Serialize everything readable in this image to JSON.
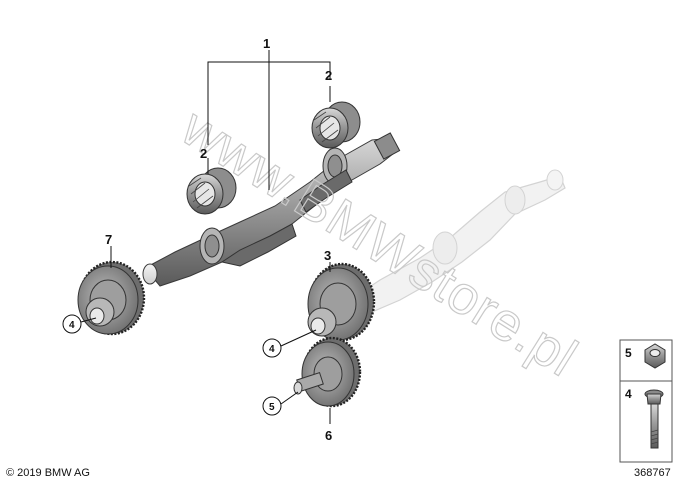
{
  "diagram": {
    "callouts": {
      "c1": "1",
      "c2a": "2",
      "c2b": "2",
      "c3": "3",
      "c4a": "4",
      "c4b": "4",
      "c5": "5",
      "c6": "6",
      "c7": "7"
    },
    "watermark": "www.BMWstore.pl"
  },
  "legend": {
    "items": [
      {
        "number": "5",
        "part": "nut-icon"
      },
      {
        "number": "4",
        "part": "bolt-icon"
      }
    ]
  },
  "footer": {
    "copyright": "© 2019 BMW AG",
    "diagram_number": "368767"
  }
}
